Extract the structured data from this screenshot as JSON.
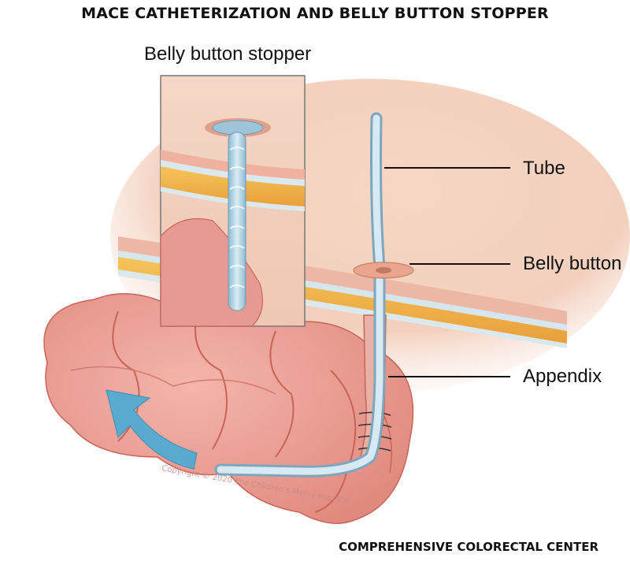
{
  "title": "MACE CATHETERIZATION AND BELLY BUTTON STOPPER",
  "inset": {
    "title": "Belly button stopper"
  },
  "labels": {
    "tube": "Tube",
    "belly_button": "Belly button",
    "appendix": "Appendix"
  },
  "copyright": "Copyright © 2020 The Children's Mercy Hospital",
  "footer": "COMPREHENSIVE COLORECTAL CENTER",
  "colors": {
    "skin": "#f1c9b4",
    "fat": "#f2b449",
    "intestine": "#e79a92",
    "tube": "#bcd8e6",
    "arrow": "#5aaad0"
  }
}
